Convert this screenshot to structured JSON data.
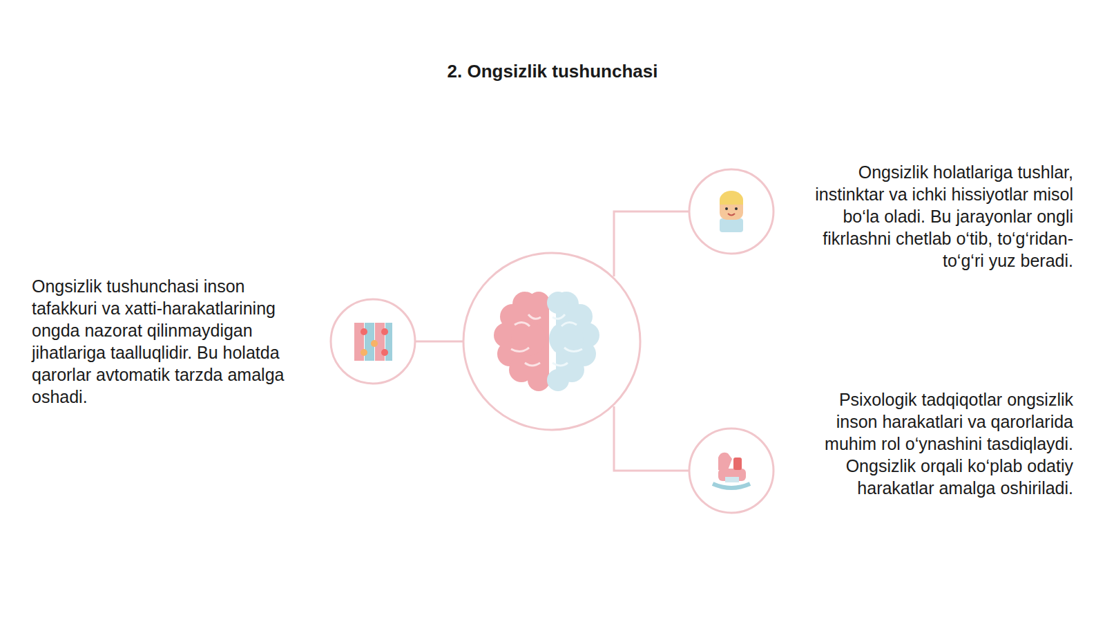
{
  "diagram": {
    "title": "2. Ongsizlik tushunchasi",
    "labels": [
      "Ongsizlik tushunchasi inson tafakkuri va xatti-harakatlarining ongda nazorat qilinmaydigan jihatlariga taalluqlidir. Bu holatda qarorlar avtomatik tarzda amalga oshadi.",
      "Ongsizlik holatlariga tushlar, instinktar va ichki hissiyotlar misol bo‘la oladi. Bu jarayonlar ongli fikrlashni chetlab o‘tib, to‘g‘ridan-to‘g‘ri yuz beradi.",
      "Psixologik tadqiqotlar ongsizlik inson harakatlari va qarorlarida muhim rol o‘ynashini tasdiqlaydi. Ongsizlik orqali ko‘plab odatiy harakatlar amalga oshiriladi."
    ]
  }
}
